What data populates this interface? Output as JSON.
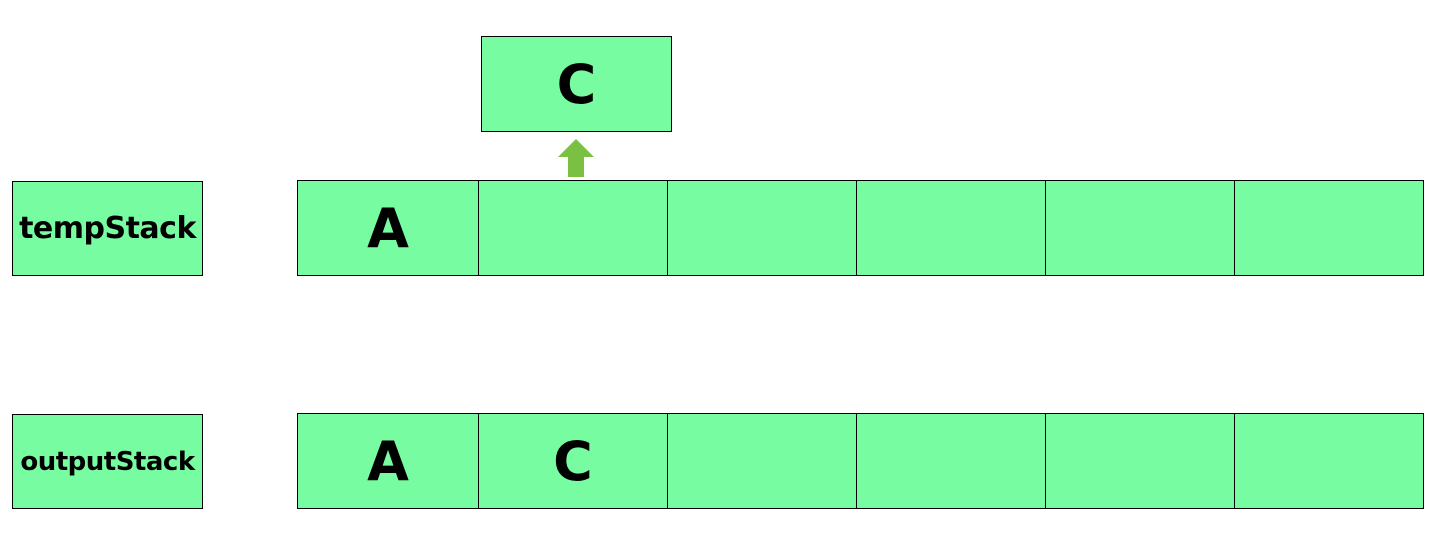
{
  "colors": {
    "box_fill": "#77fca2",
    "arrow": "#7ac143",
    "border": "#000000"
  },
  "popped": {
    "value": "C",
    "arrow_icon": "up-arrow-icon"
  },
  "tempStack": {
    "label": "tempStack",
    "cells": [
      "A",
      "",
      "",
      "",
      "",
      ""
    ]
  },
  "outputStack": {
    "label": "outputStack",
    "cells": [
      "A",
      "C",
      "",
      "",
      "",
      ""
    ]
  }
}
